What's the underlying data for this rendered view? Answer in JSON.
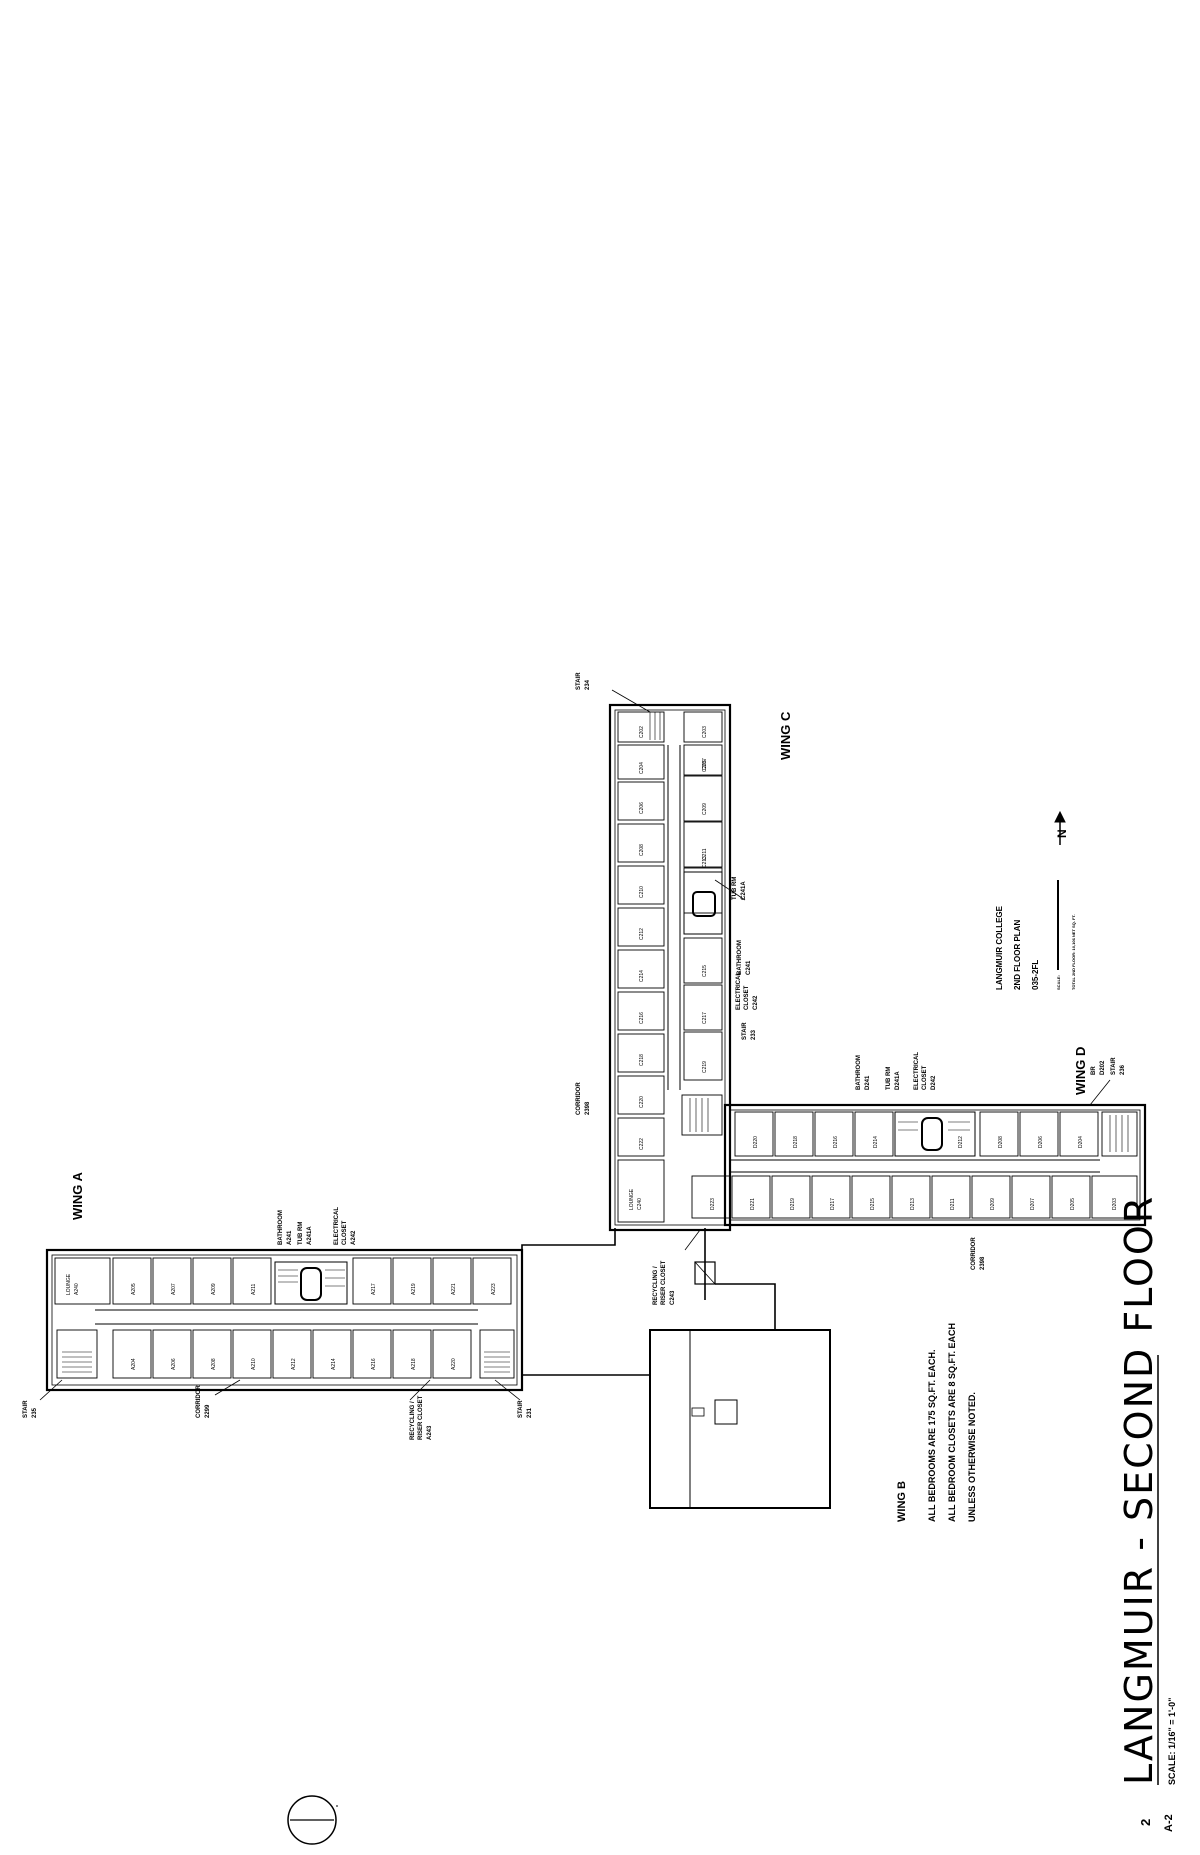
{
  "title": {
    "text": "LANGMUIR - SECOND FLOOR",
    "scale": "SCALE: 1/16\" = 1'-0\"",
    "sheet_number": "2",
    "sheet_id": "A-2"
  },
  "title_block": {
    "college": "LANGMUIR COLLEGE",
    "plan": "2ND FLOOR PLAN",
    "code": "035-2FL",
    "scale_label": "SCALE:",
    "area_note": "TOTAL 2ND FLOOR: 10,106 NET SQ. FT.",
    "north": "N"
  },
  "notes": {
    "wing_b": "WING B",
    "lines": [
      "ALL BEDROOMS ARE 175 SQ.FT. EACH.",
      "ALL BEDROOM CLOSETS ARE 8 SQ.FT. EACH",
      "UNLESS OTHERWISE NOTED."
    ]
  },
  "wings": {
    "a": "WING A",
    "c": "WING C",
    "d": "WING D"
  },
  "callouts": {
    "stair_235": [
      "STAIR",
      "235"
    ],
    "corridor_299": [
      "CORRIDOR",
      "2299"
    ],
    "recycling_a": [
      "RECYCLING /",
      "RISER CLOSET",
      "A243"
    ],
    "stair_231": [
      "STAIR",
      "231"
    ],
    "bathroom_a": [
      "BATHROOM",
      "A241"
    ],
    "tub_a": [
      "TUB RM",
      "A241A"
    ],
    "electrical_a": [
      "ELECTRICAL",
      "CLOSET",
      "A242"
    ],
    "recycling_c": [
      "RECYCLING /",
      "RISER CLOSET",
      "C243"
    ],
    "corridor_c": [
      "CORRIDOR",
      "2398"
    ],
    "stair_233": [
      "STAIR",
      "233"
    ],
    "stair_234": [
      "STAIR",
      "234"
    ],
    "tub_c": [
      "TUB RM",
      "C241A"
    ],
    "bathroom_c": [
      "BATHROOM",
      "C241"
    ],
    "electrical_c": [
      "ELECTRICAL",
      "CLOSET",
      "C242"
    ],
    "bathroom_d": [
      "BATHROOM",
      "D241"
    ],
    "tub_d": [
      "TUB RM",
      "D241A"
    ],
    "electrical_d": [
      "ELECTRICAL",
      "CLOSET",
      "D242"
    ],
    "br_d202": [
      "BR",
      "D202"
    ],
    "stair_236": [
      "STAIR",
      "236"
    ],
    "corridor_d": [
      "CORRIDOR",
      "2398"
    ]
  },
  "rooms": {
    "lounge_a": [
      "LOUNGE",
      "A240"
    ],
    "lounge_c": [
      "LOUNGE",
      "C240"
    ],
    "wing_a_top": [
      "A205",
      "A207",
      "A209",
      "A211",
      "A217",
      "A219",
      "A221",
      "A223"
    ],
    "wing_a_bottom": [
      "A204",
      "A206",
      "A208",
      "A210",
      "A212",
      "A214",
      "A216",
      "A218",
      "A220"
    ],
    "wing_c_top": [
      "C222",
      "C220",
      "C218",
      "C216",
      "C214",
      "C212",
      "C210",
      "C208",
      "C206",
      "C204",
      "C202"
    ],
    "wing_c_bottom": [
      "C219",
      "C217",
      "C215",
      "C213",
      "C211",
      "C209",
      "C207",
      "C205",
      "C203"
    ],
    "wing_d_upper": [
      "D220",
      "D218",
      "D216",
      "D214",
      "D212",
      "D208",
      "D206",
      "D204"
    ],
    "wing_d_lower": [
      "D223",
      "D221",
      "D219",
      "D217",
      "D215",
      "D213",
      "D211",
      "D209",
      "D207",
      "D205",
      "D203"
    ]
  }
}
